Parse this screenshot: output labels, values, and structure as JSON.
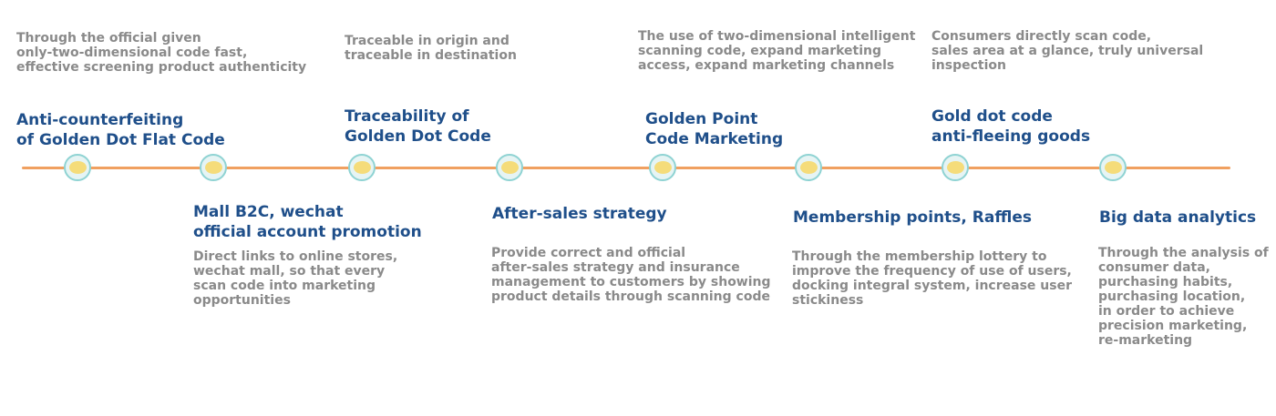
{
  "milestones": [
    {
      "title": [
        "Anti-counterfeiting",
        "of Golden Dot Flat Code"
      ],
      "description": [
        "Through the official given",
        "only-two-dimensional code fast,",
        "effective screening product authenticity"
      ]
    },
    {
      "title": [
        "Mall B2C, wechat",
        "official account promotion"
      ],
      "description": [
        "Direct links to online stores,",
        "wechat mall, so that every",
        "scan code into marketing",
        "opportunities"
      ]
    },
    {
      "title": [
        "Traceability of",
        "Golden Dot Code"
      ],
      "description": [
        "Traceable in origin and",
        "traceable in destination"
      ]
    },
    {
      "title": [
        "After-sales strategy"
      ],
      "description": [
        "Provide correct and official",
        "after-sales strategy and insurance",
        "management to customers by showing",
        "product details through scanning code"
      ]
    },
    {
      "title": [
        "Golden Point",
        "Code Marketing"
      ],
      "description": [
        "The use of two-dimensional intelligent",
        "scanning code, expand marketing",
        "access, expand marketing channels"
      ]
    },
    {
      "title": [
        "Membership points, Raffles"
      ],
      "description": [
        "Through the membership lottery to",
        "improve the frequency of use of users,",
        "docking integral system, increase user",
        "stickiness"
      ]
    },
    {
      "title": [
        "Gold dot code",
        "anti-fleeing goods"
      ],
      "description": [
        "Consumers directly scan code,",
        "sales area at a glance, truly universal",
        "inspection"
      ]
    },
    {
      "title": [
        "Big data analytics"
      ],
      "description": [
        "Through the analysis of",
        "consumer data,",
        "purchasing habits,",
        "purchasing location,",
        "in order to achieve",
        "precision marketing,",
        "re-marketing"
      ]
    }
  ]
}
